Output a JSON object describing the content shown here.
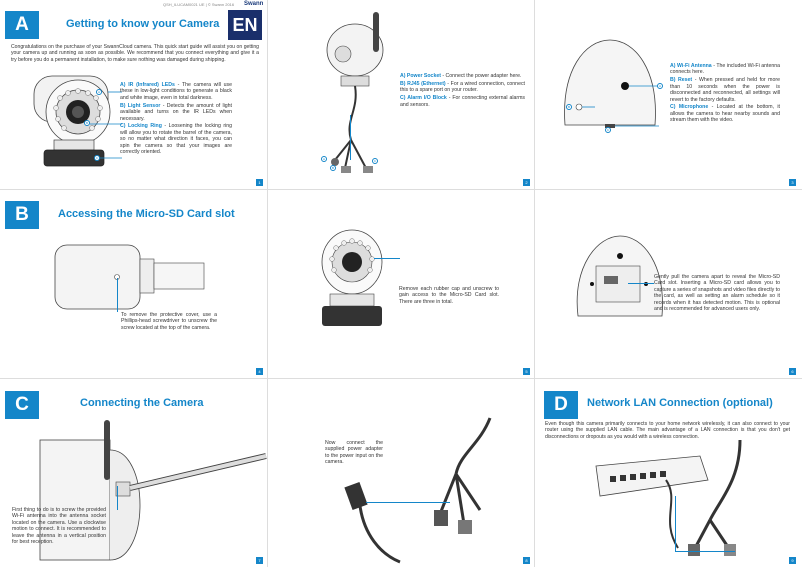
{
  "header": {
    "doc_code": "QSH_ILUCAM0021 UE | © Swann 2016",
    "logo": "Swann"
  },
  "panelA": {
    "badge": "A",
    "title": "Getting to know your Camera",
    "lang": "EN",
    "intro": "Congratulations on the purchase of your SwannCloud camera. This quick start guide will assist you on getting your camera up and running as soon as possible. We recommend that you connect everything and give it a try before you do a permanent installation, to make sure nothing was damaged during shipping.",
    "items": [
      {
        "key": "A) IR (Infrared) LEDs",
        "text": " - The camera will use these in low-light conditions to generate a black and white image, even in total darkness."
      },
      {
        "key": "B) Light Sensor",
        "text": " - Detects the amount of light available and turns on the IR LEDs when necessary."
      },
      {
        "key": "C) Locking Ring",
        "text": " - Loosening the locking ring will allow you to rotate the barrel of the camera, so no matter what direction it faces, you can spin the camera so that your images are correctly oriented."
      }
    ],
    "page": "1",
    "labels": [
      "A",
      "B",
      "C"
    ]
  },
  "panelA2": {
    "items": [
      {
        "key": "A) Power Socket",
        "text": " - Connect the power adapter here."
      },
      {
        "key": "B) RJ45 (Ethernet)",
        "text": " - For a wired connection, connect this to a spare port on your router."
      },
      {
        "key": "C) Alarm I/O Block",
        "text": " - For connecting external alarms and sensors."
      }
    ],
    "page": "2",
    "labels": [
      "A",
      "B",
      "C"
    ]
  },
  "panelA3": {
    "items": [
      {
        "key": "A) Wi-Fi Antenna",
        "text": " - The included Wi-Fi antenna connects here."
      },
      {
        "key": "B) Reset",
        "text": " - When pressed and held for more than 10 seconds when the power is disconnected and reconnected, all settings will revert to the factory defaults."
      },
      {
        "key": "C) Microphone",
        "text": " - Located at the bottom, it allows the camera to hear nearby sounds and stream them with the video."
      }
    ],
    "page": "3",
    "labels": [
      "A",
      "B",
      "C"
    ]
  },
  "panelB": {
    "badge": "B",
    "title": "Accessing the Micro-SD Card slot",
    "text": "To remove the protective cover, use a Phillips-head screwdriver to unscrew the screw located at the top of the camera.",
    "page": "4"
  },
  "panelB2": {
    "text": "Remove each rubber cap and unscrew to gain access to the Micro-SD Card slot. There are three in total.",
    "page": "5"
  },
  "panelB3": {
    "text": "Gently pull the camera apart to reveal the Micro-SD Card slot. Inserting a Micro-SD card allows you to capture a series of snapshots and video files directly to the card, as well as setting an alarm schedule so it records when it has detected motion. This is optional and is recommended for advanced users only.",
    "page": "6"
  },
  "panelC": {
    "badge": "C",
    "title": "Connecting the Camera",
    "text": "First thing to do is to screw the provided Wi-Fi antenna into the antenna socket located on the camera. Use a clockwise motion to connect. It is recommended to leave the antenna in a vertical position for best reception.",
    "page": "7"
  },
  "panelC2": {
    "text": "Now connect the supplied power adapter to the power input on the camera.",
    "page": "8"
  },
  "panelD": {
    "badge": "D",
    "title": "Network LAN Connection (optional)",
    "text": "Even though this camera primarily connects to your home network wirelessly, it can also connect to your router using the supplied LAN cable. The main advantage of a LAN connection is that you don't get disconnections or dropouts as you would with a wireless connection.",
    "page": "9"
  },
  "colors": {
    "accent": "#1486c9",
    "navy": "#1a2f6b"
  }
}
